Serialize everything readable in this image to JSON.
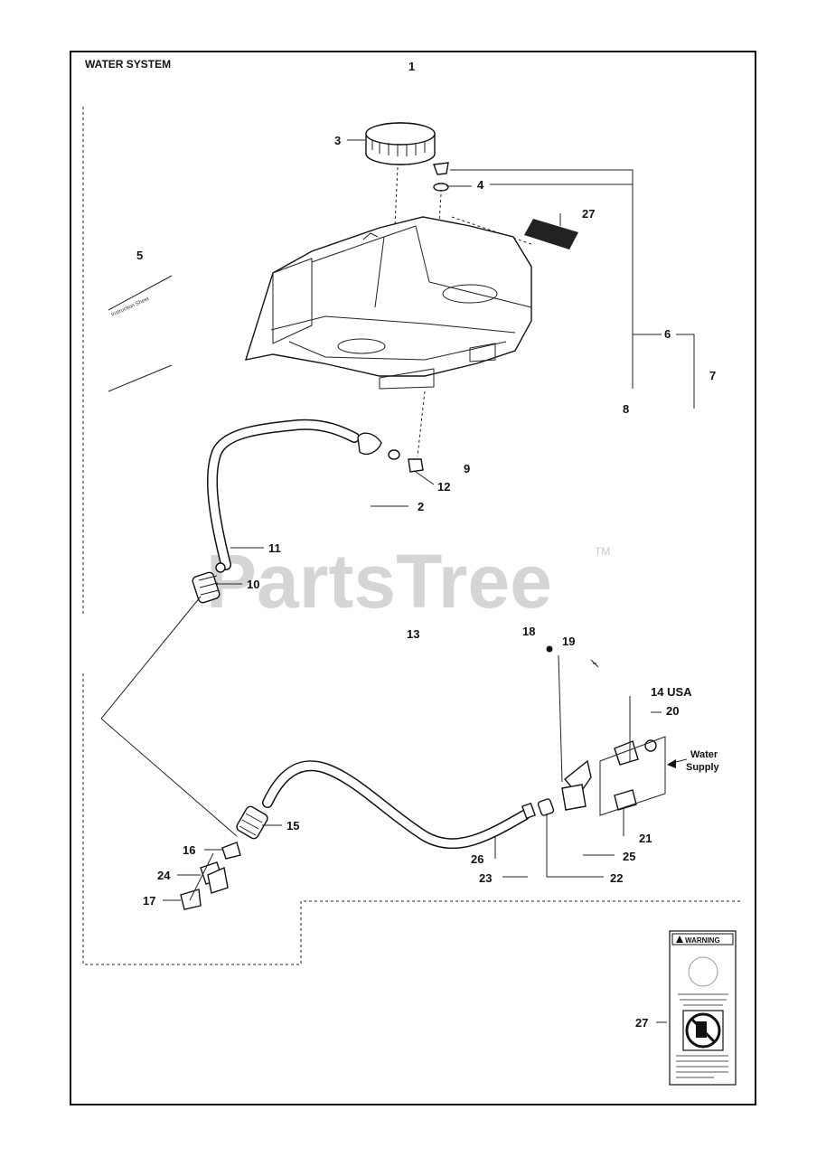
{
  "diagram": {
    "title": "WATER SYSTEM",
    "watermark": "PartsTree",
    "watermark_mark": "TM",
    "callouts": {
      "c1": "1",
      "c2": "2",
      "c3": "3",
      "c4": "4",
      "c5": "5",
      "c6": "6",
      "c7": "7",
      "c8": "8",
      "c9": "9",
      "c10": "10",
      "c11": "11",
      "c12": "12",
      "c13": "13",
      "c14": "14 USA",
      "c15": "15",
      "c16": "16",
      "c17": "17",
      "c18": "18",
      "c19": "19",
      "c20": "20",
      "c21": "21",
      "c22": "22",
      "c23": "23",
      "c24": "24",
      "c25": "25",
      "c26": "26",
      "c27a": "27",
      "c27b": "27"
    },
    "labels": {
      "instruction_sheet": "Instruction Sheet",
      "water_supply_line1": "Water",
      "water_supply_line2": "Supply",
      "warning_label": "WARNING"
    }
  }
}
